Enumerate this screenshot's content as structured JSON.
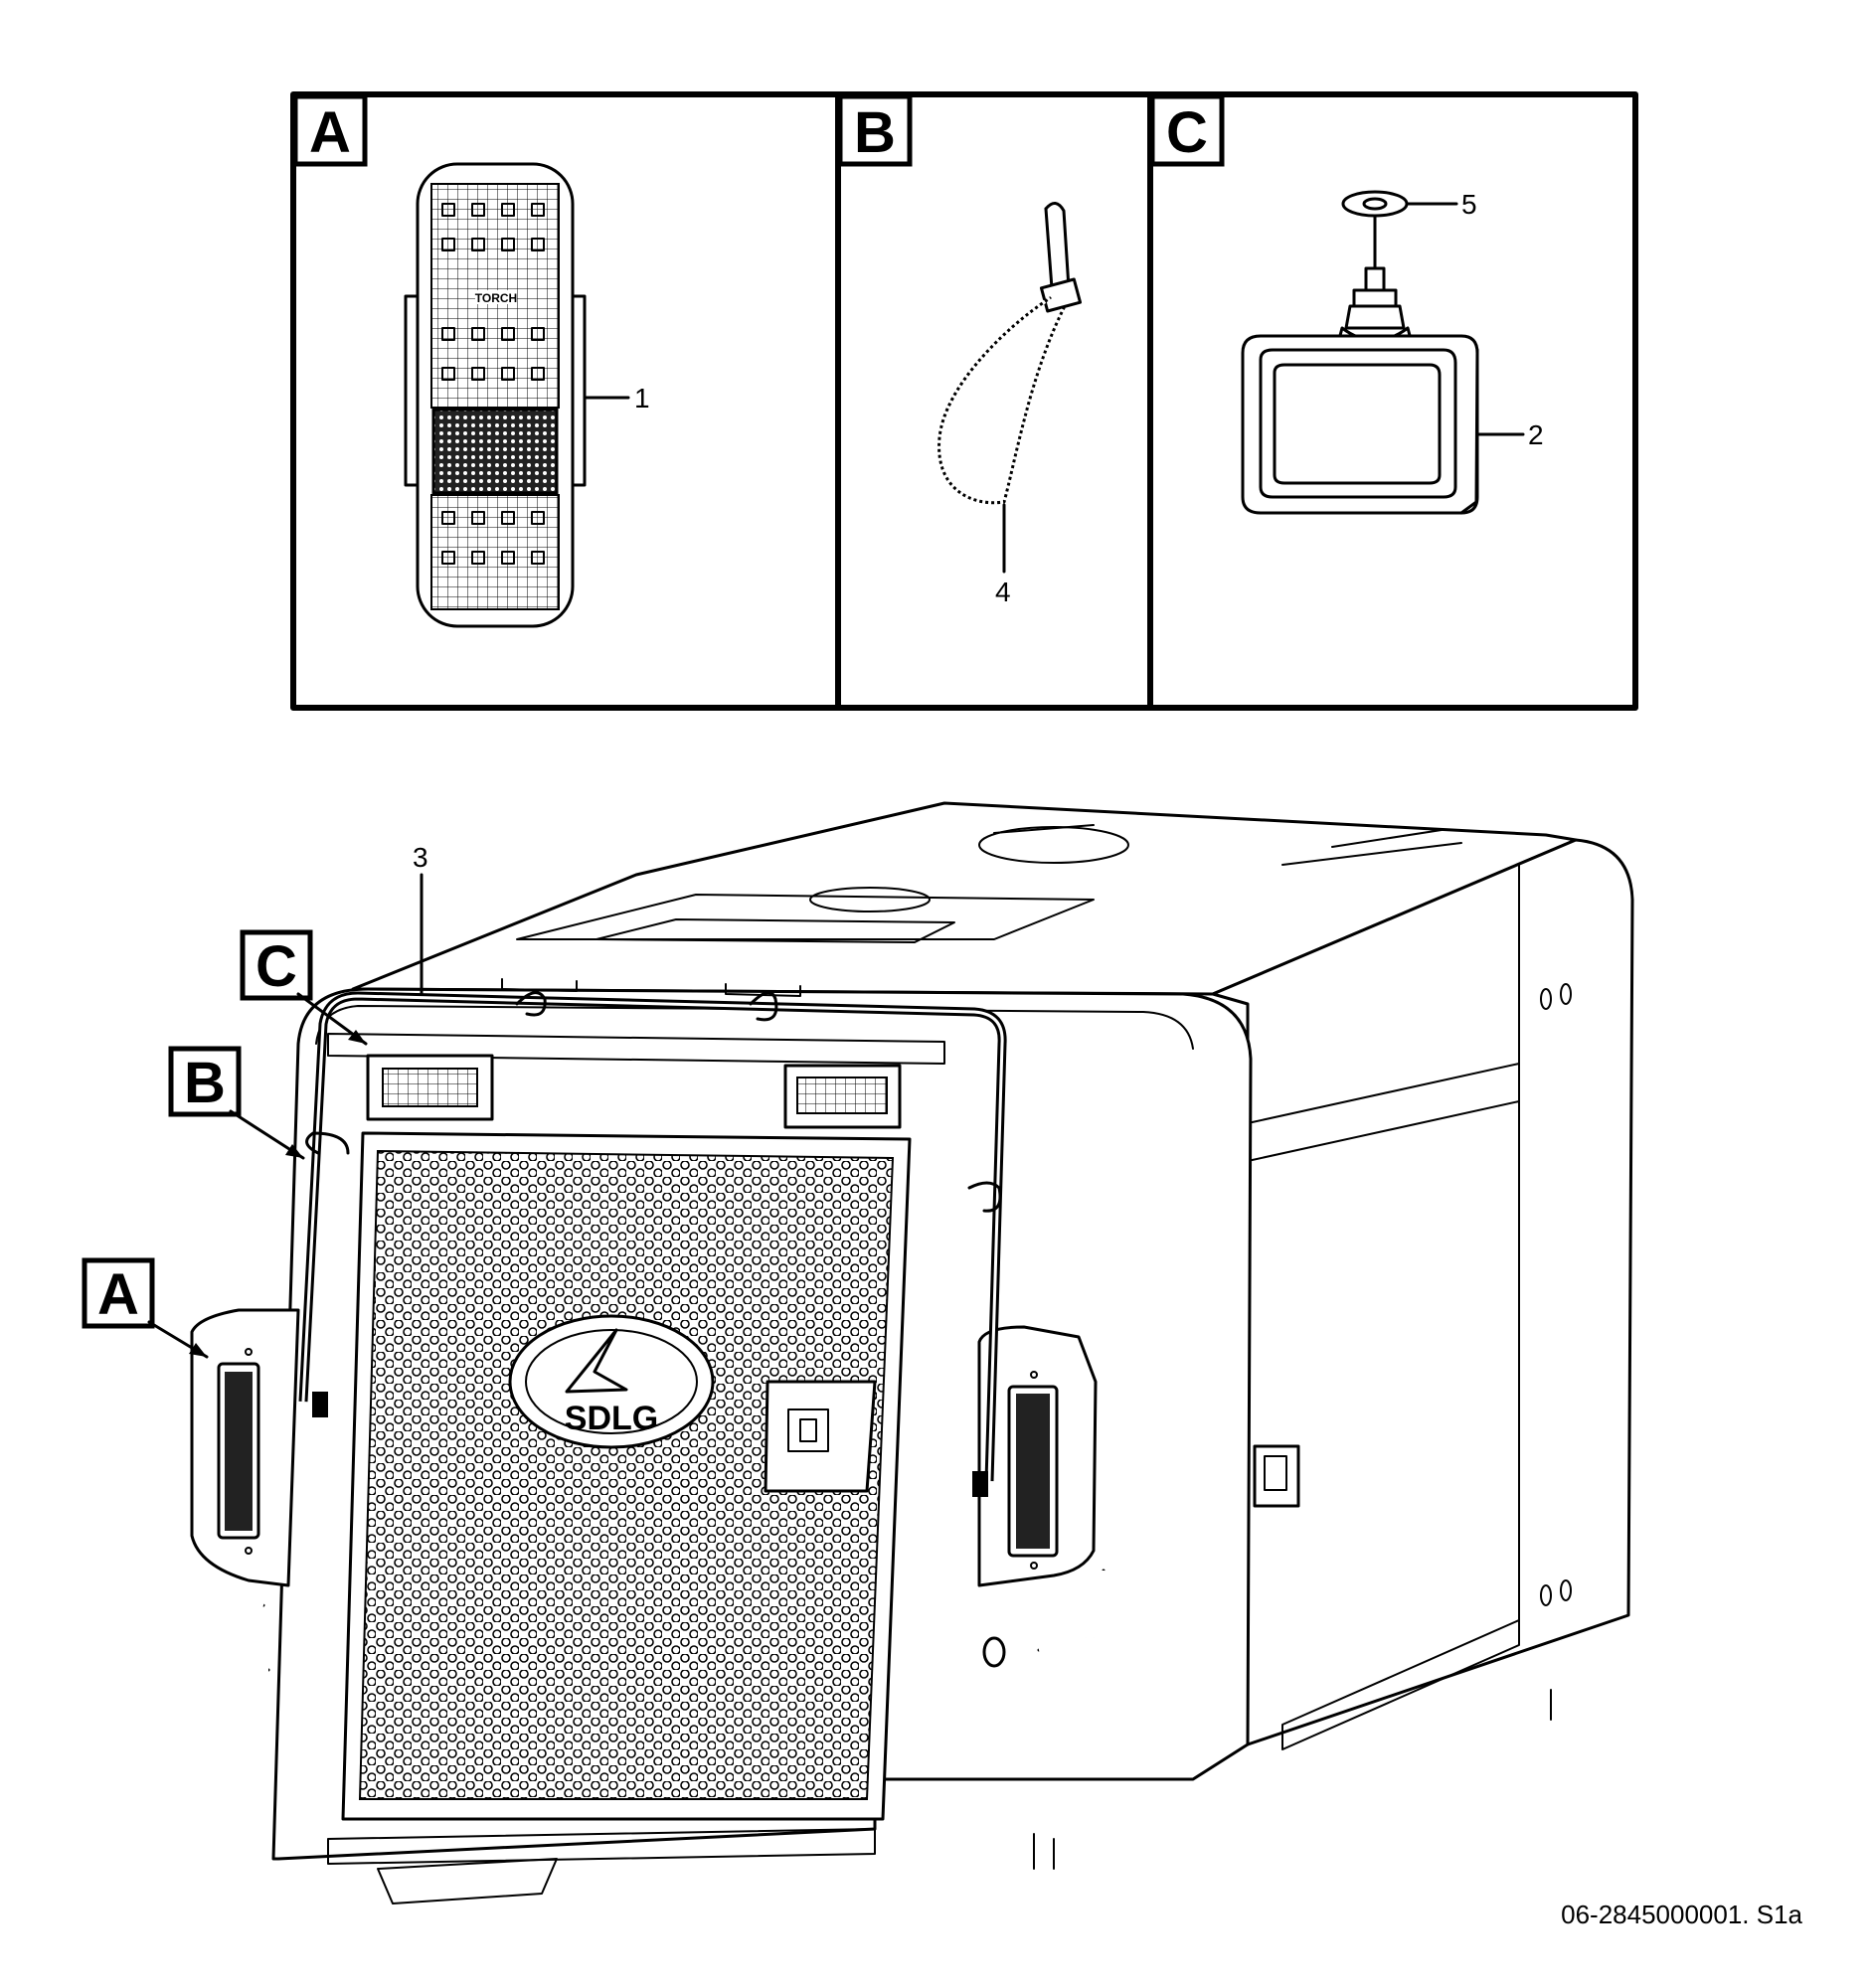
{
  "panels": [
    {
      "letter": "A",
      "callout": "1",
      "part": "rear-lamp"
    },
    {
      "letter": "B",
      "callout": "4",
      "part": "cable-tie"
    },
    {
      "letter": "C",
      "callout": "5",
      "part": "work-lamp",
      "callout2": "2"
    }
  ],
  "assembly": {
    "callout_harness": "3",
    "labels": [
      "C",
      "B",
      "A"
    ],
    "logo_text": "SDLG"
  },
  "lamp_text": "TORCH",
  "doc_id": "06-2845000001. S1a"
}
